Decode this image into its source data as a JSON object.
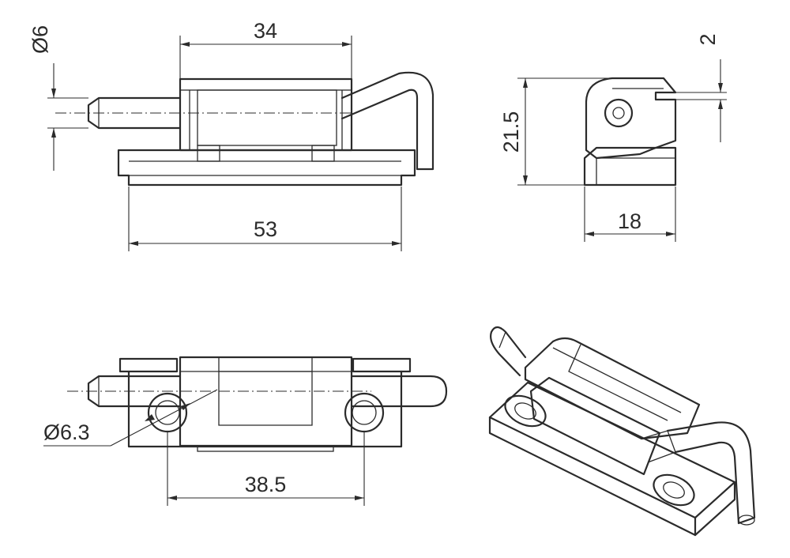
{
  "dimensions": {
    "top_view_width": "34",
    "top_view_pin_diameter": "Ø6",
    "top_view_base_length": "53",
    "side_view_height": "21.5",
    "side_view_gap": "2",
    "side_view_depth": "18",
    "front_view_hole_diameter": "Ø6.3",
    "front_view_hole_spacing": "38.5"
  }
}
